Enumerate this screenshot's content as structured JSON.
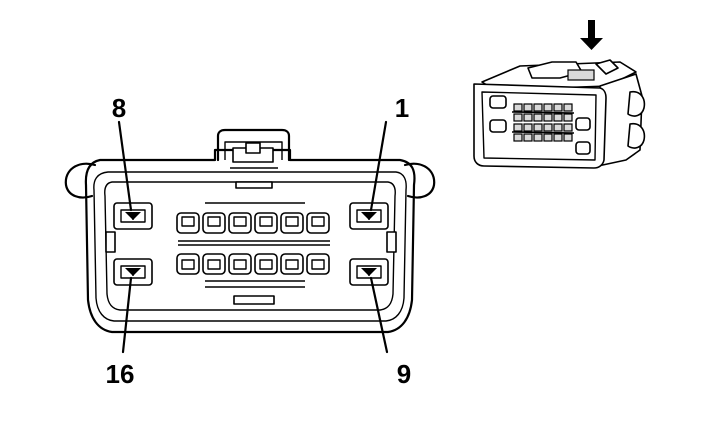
{
  "pin_labels": {
    "top_left": "8",
    "top_right": "1",
    "bottom_left": "16",
    "bottom_right": "9"
  },
  "icons": {
    "arrow": "down-arrow-icon"
  }
}
